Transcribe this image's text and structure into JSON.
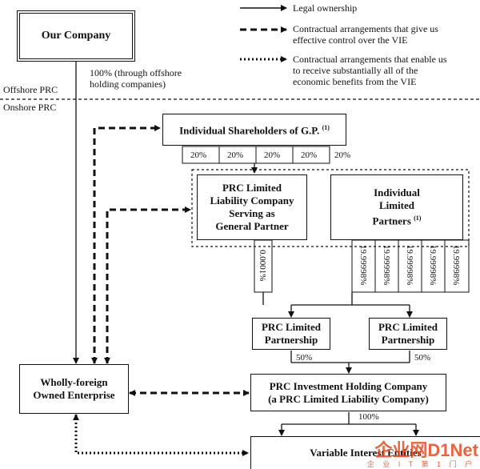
{
  "legend": {
    "legal": "Legal ownership",
    "control_1": "Contractual arrangements that give us",
    "control_2": "effective control over the VIE",
    "econ_1": "Contractual arrangements that enable us",
    "econ_2": "to receive substantially all of the",
    "econ_3": "economic benefits from the VIE"
  },
  "regions": {
    "offshore": "Offshore PRC",
    "onshore": "Onshore PRC"
  },
  "nodes": {
    "our_company": "Our Company",
    "holding_1": "100% (through offshore",
    "holding_2": "holding companies)",
    "shareholders": "Individual Shareholders of G.P.",
    "shareholders_note": "(1)",
    "gp_1": "PRC Limited",
    "gp_2": "Liability Company",
    "gp_3": "Serving as",
    "gp_4": "General Partner",
    "lp_1": "Individual",
    "lp_2": "Limited",
    "lp_3": "Partners",
    "lp_note": "(1)",
    "lpship_a_1": "PRC Limited",
    "lpship_a_2": "Partnership",
    "lpship_b_1": "PRC Limited",
    "lpship_b_2": "Partnership",
    "wfoe_1": "Wholly-foreign",
    "wfoe_2": "Owned Enterprise",
    "pih_1": "PRC Investment Holding Company",
    "pih_2": "(a PRC Limited Liability Company)",
    "vie": "Variable Interest Entities"
  },
  "percentages": {
    "share_a": "20%",
    "share_b": "20%",
    "share_c": "20%",
    "share_d": "20%",
    "share_e": "20%",
    "gp_share": "0.0001%",
    "lp_a": "19.99998%",
    "lp_b": "19.99998%",
    "lp_c": "19.99998%",
    "lp_d": "19.99998%",
    "lp_e": "19.99998%",
    "pship_a": "50%",
    "pship_b": "50%",
    "vie_share": "100%"
  },
  "watermark": {
    "main": "企业网D1Net",
    "sub": "企 业 I T 第 1 门 户"
  }
}
